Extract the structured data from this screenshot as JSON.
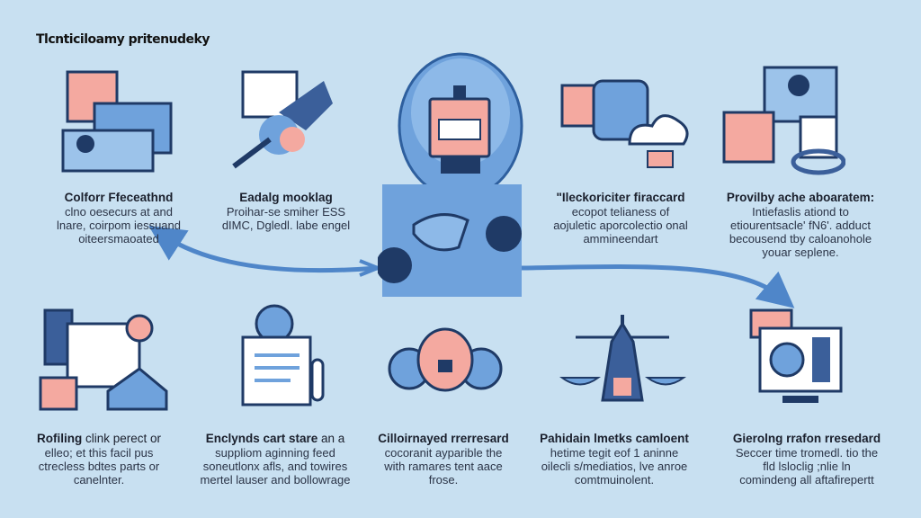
{
  "title": "Tlcnticiloamy pritenudeky",
  "colors": {
    "background": "#c8e0f1",
    "navy": "#1f3a66",
    "blue": "#5b8fd0",
    "light_blue": "#9cc3ea",
    "pink": "#f4a9a0"
  },
  "top_items": [
    {
      "icon": "computer-dashboard-icon",
      "heading": "Colforr Ffeceathnd",
      "lines": [
        "clno oesecurs at and",
        "lnare, coirpom iessuand",
        "oiteersmaoated"
      ]
    },
    {
      "icon": "document-network-icon",
      "heading": "Eadalg mooklag",
      "lines": [
        "Proihar-se smiher ESS",
        "dIMC, Dgledl. labe engel"
      ]
    },
    {
      "icon": "cloud-lock-icon",
      "heading": "\"Ileckoriciter firaccard",
      "lines": [
        "ecopot telianess of",
        "aojuletic aporcolectio onal",
        "ammineendart"
      ]
    },
    {
      "icon": "devices-security-icon",
      "heading": "Provilby ache aboaratem:",
      "lines": [
        "Intiefaslis ationd to",
        "etiourentsacle' fN6'. adduct",
        "becousend tby caloanohole",
        "youar seplene."
      ]
    }
  ],
  "bottom_items": [
    {
      "icon": "server-user-icon",
      "heading": "Rofiling",
      "heading_rest": " clink perect or",
      "lines": [
        "elleo; et this facil pus",
        "ctrecless bdtes parts or",
        "canelnter."
      ]
    },
    {
      "icon": "document-certificate-icon",
      "heading": "Enclynds cart stare",
      "heading_rest": " an a",
      "lines": [
        "suppliom aginning feed",
        "soneutlonx afls, and towires",
        "mertel lauser and bollowrage"
      ]
    },
    {
      "icon": "gears-lock-icon",
      "heading": "Cilloirnayed rrerresard",
      "heading_rest": "",
      "lines": [
        "cocoranit ayparible the",
        "with ramares tent aace",
        "frose."
      ]
    },
    {
      "icon": "scales-justice-icon",
      "heading": "Pahidain lmetks camloent",
      "heading_rest": "",
      "lines": [
        "hetime tegit eof 1 aninne",
        "oilecli s/mediatios, lve anroe",
        "comtmuinolent."
      ]
    },
    {
      "icon": "monitor-analytics-icon",
      "heading": "Gierolng rrafon rresedard",
      "heading_rest": "",
      "lines": [
        "Seccer time tromedl. tio the",
        "fld lsloclig ;nlie ln",
        "comindeng all aftafirepertt"
      ]
    }
  ]
}
